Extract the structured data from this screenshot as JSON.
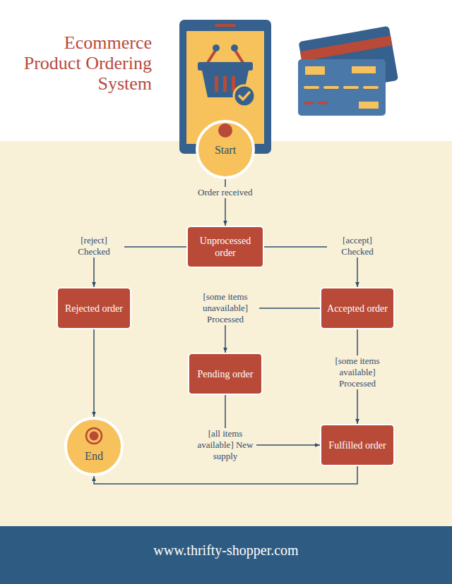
{
  "diagram": {
    "title": "Ecommerce Product Ordering System",
    "nodes": [
      {
        "text": [
          "Start"
        ]
      },
      {
        "text": [
          "Unprocessed order"
        ]
      },
      {
        "text": [
          "Rejected order"
        ]
      },
      {
        "text": [
          "Accepted order"
        ]
      },
      {
        "text": [
          "Pending order"
        ]
      },
      {
        "text": [
          "Fulfilled order"
        ]
      },
      {
        "text": [
          "End"
        ]
      }
    ],
    "edges": [
      {
        "from": 0,
        "to": 1,
        "label": "Order received",
        "arrow": "to"
      },
      {
        "from": 1,
        "to": 2,
        "label": "[reject] Checked",
        "arrow": "to"
      },
      {
        "from": 1,
        "to": 3,
        "label": "[accept] Checked",
        "arrow": "to"
      },
      {
        "from": 3,
        "to": 4,
        "label": "[some items unavailable] Processed",
        "arrow": "to"
      },
      {
        "from": 3,
        "to": 5,
        "label": "[some items available] Processed",
        "arrow": "to"
      },
      {
        "from": 4,
        "to": 5,
        "label": "[all items available] New supply",
        "arrow": "to"
      },
      {
        "from": 2,
        "to": 6,
        "arrow": "to"
      },
      {
        "from": 5,
        "to": 6,
        "arrow": "to"
      }
    ],
    "labels": [
      "www.thrifty-shopper.com"
    ]
  }
}
